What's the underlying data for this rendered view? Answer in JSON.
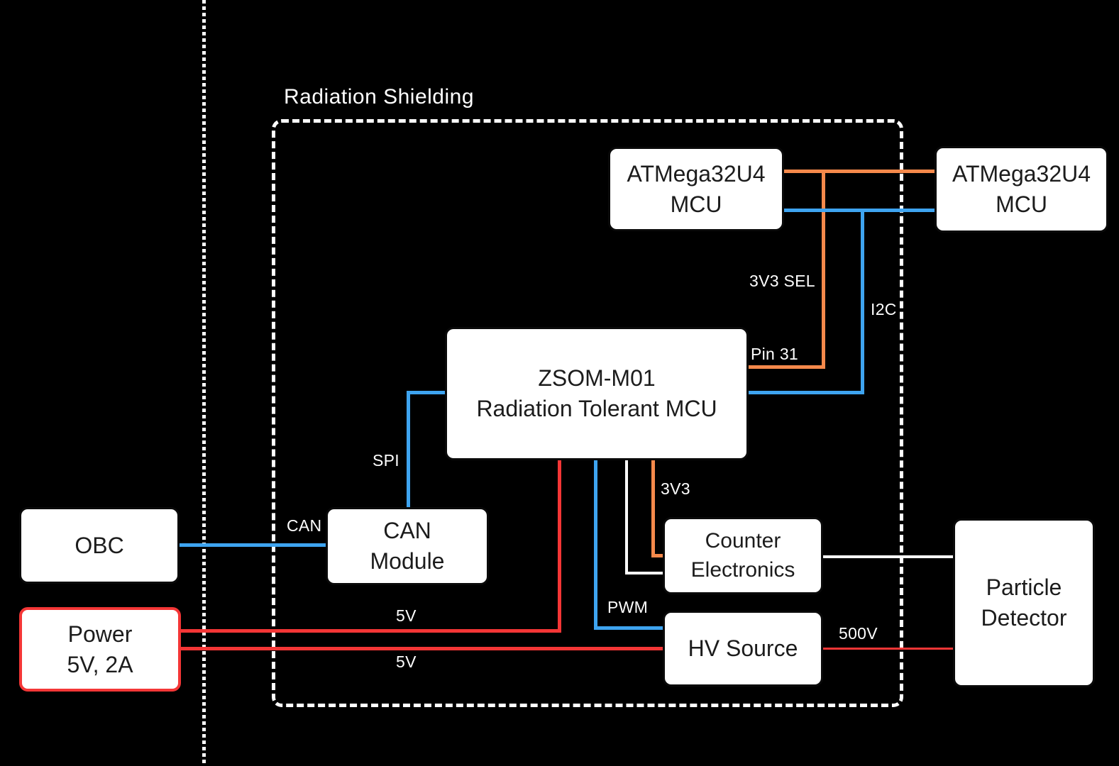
{
  "diagram": {
    "title": "Radiation Shielding",
    "colors": {
      "background": "#000000",
      "box_fill": "#ffffff",
      "box_border": "#0a0a0a",
      "orange": "#F5894B",
      "blue": "#3EA4F0",
      "red": "#F43636",
      "white_line": "#ffffff"
    },
    "boxes": {
      "atmega_internal": {
        "line1": "ATMega32U4",
        "line2": "MCU"
      },
      "atmega_external": {
        "line1": "ATMega32U4",
        "line2": "MCU"
      },
      "zsom": {
        "line1": "ZSOM-M01",
        "line2": "Radiation Tolerant MCU"
      },
      "can_module": {
        "line1": "CAN",
        "line2": "Module"
      },
      "counter": {
        "line1": "Counter",
        "line2": "Electronics"
      },
      "hv_source": {
        "line1": "HV Source"
      },
      "particle_detector": {
        "line1": "Particle",
        "line2": "Detector"
      },
      "obc": {
        "line1": "OBC"
      },
      "power": {
        "line1": "Power",
        "line2": "5V, 2A"
      }
    },
    "connection_labels": {
      "sel_3v3": "3V3 SEL",
      "i2c": "I2C",
      "pin31": "Pin 31",
      "spi": "SPI",
      "can": "CAN",
      "v5_top": "5V",
      "v5_bottom": "5V",
      "pwm": "PWM",
      "v3_3": "3V3",
      "hv_500": "500V"
    }
  }
}
